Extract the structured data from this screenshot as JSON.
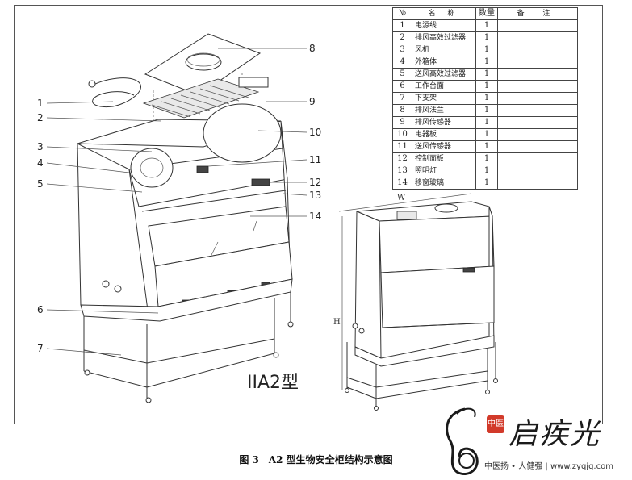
{
  "callouts": [
    "1",
    "2",
    "3",
    "4",
    "5",
    "6",
    "7",
    "8",
    "9",
    "10",
    "11",
    "12",
    "13",
    "14"
  ],
  "table": {
    "headers": [
      "№",
      "名  称",
      "数量",
      "备  注"
    ],
    "rows": [
      {
        "no": "1",
        "name": "电源线",
        "qty": "1",
        "note": ""
      },
      {
        "no": "2",
        "name": "排风高效过滤器",
        "qty": "1",
        "note": ""
      },
      {
        "no": "3",
        "name": "风机",
        "qty": "1",
        "note": ""
      },
      {
        "no": "4",
        "name": "外箱体",
        "qty": "1",
        "note": ""
      },
      {
        "no": "5",
        "name": "送风高效过滤器",
        "qty": "1",
        "note": ""
      },
      {
        "no": "6",
        "name": "工作台面",
        "qty": "1",
        "note": ""
      },
      {
        "no": "7",
        "name": "下支架",
        "qty": "1",
        "note": ""
      },
      {
        "no": "8",
        "name": "排风法兰",
        "qty": "1",
        "note": ""
      },
      {
        "no": "9",
        "name": "排风传感器",
        "qty": "1",
        "note": ""
      },
      {
        "no": "10",
        "name": "电器板",
        "qty": "1",
        "note": ""
      },
      {
        "no": "11",
        "name": "送风传感器",
        "qty": "1",
        "note": ""
      },
      {
        "no": "12",
        "name": "控制面板",
        "qty": "1",
        "note": ""
      },
      {
        "no": "13",
        "name": "照明灯",
        "qty": "1",
        "note": ""
      },
      {
        "no": "14",
        "name": "移窗玻璃",
        "qty": "1",
        "note": ""
      }
    ]
  },
  "model_label": "IIA2型",
  "dimensions": {
    "width": "W",
    "height": "H"
  },
  "caption": "图 3　A2 型生物安全柜结构示意图",
  "watermark": {
    "seal": "中医",
    "name": "启疾光",
    "slogan": "中医扬 • 人健强 | www.zyqjg.com"
  }
}
